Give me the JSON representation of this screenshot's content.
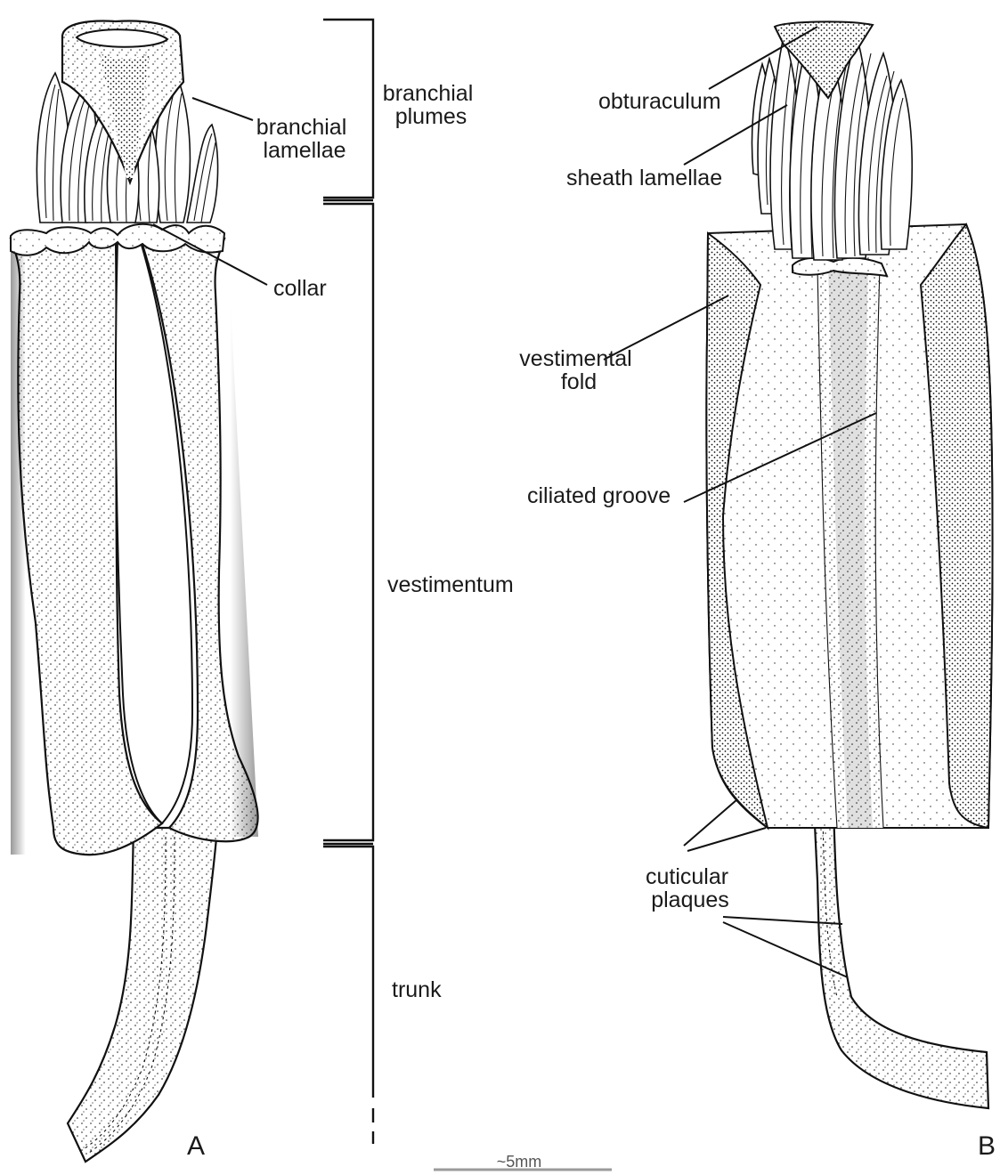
{
  "labels": {
    "branchial_lamellae": [
      "branchial",
      "lamellae"
    ],
    "branchial_plumes": [
      "branchial",
      "plumes"
    ],
    "collar": "collar",
    "vestimentum": "vestimentum",
    "trunk": "trunk",
    "obturaculum": "obturaculum",
    "sheath_lamellae": "sheath lamellae",
    "vestimental_fold": [
      "vestimental",
      "fold"
    ],
    "ciliated_groove": "ciliated groove",
    "cuticular_plaques": [
      "cuticular",
      "plaques"
    ]
  },
  "panels": {
    "a": "A",
    "b": "B"
  },
  "scale_bar": "~5mm",
  "colors": {
    "ink": "#111111",
    "scale_bar": "#9a9a9a"
  }
}
